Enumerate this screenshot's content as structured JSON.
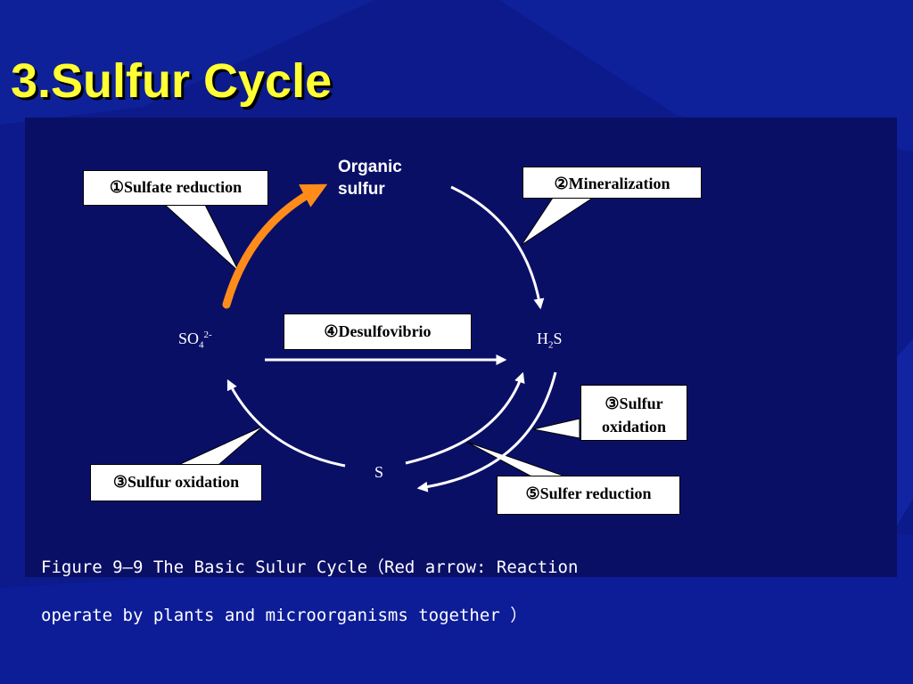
{
  "slide": {
    "title": "3.Sulfur Cycle",
    "caption_line1": "Figure 9—9 The Basic Sulur Cycle（Red arrow: Reaction",
    "caption_line2": "operate by plants and microorganisms together ）"
  },
  "nodes": {
    "organic_sulfur": "Organic sulfur",
    "sulfate_base": "SO",
    "sulfate_sub": "4",
    "sulfate_sup": "2-",
    "h2s_h": "H",
    "h2s_sub": "2",
    "h2s_s": "S",
    "sulfur": "S"
  },
  "labels": {
    "sulfate_reduction": "①Sulfate reduction",
    "mineralization": "②Mineralization",
    "desulfovibrio": "④Desulfovibrio",
    "sulfur_oxidation_right": "③Sulfur oxidation",
    "sulfur_oxidation_left": "③Sulfur oxidation",
    "sulfer_reduction": "⑤Sulfer reduction"
  },
  "colors": {
    "background": "#0c1a8c",
    "title": "#ffff33",
    "arrow": "#ffffff",
    "plant_arrow": "#ff8c1a",
    "label_box": "#ffffff"
  }
}
